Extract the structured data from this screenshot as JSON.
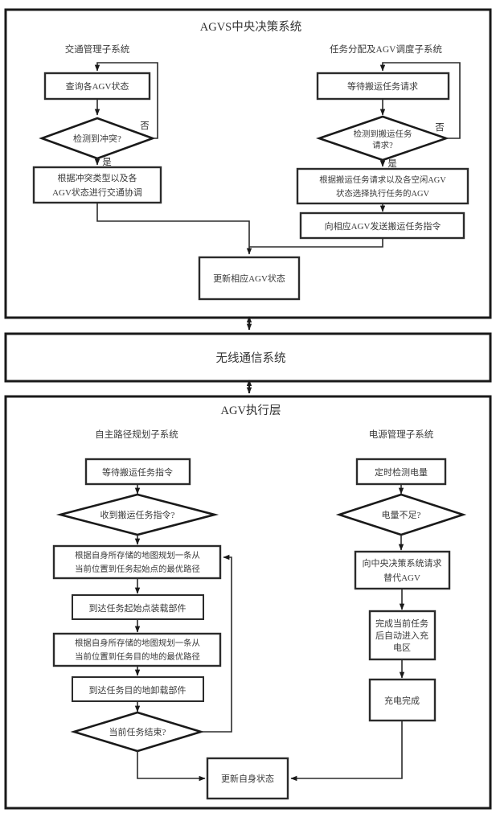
{
  "diagram": {
    "title_top": "AGVS中央决策系统",
    "title_middle": "无线通信系统",
    "title_bottom": "AGV执行层",
    "sub_titles": {
      "traffic": "交通管理子系统",
      "dispatch": "任务分配及AGV调度子系统",
      "path": "自主路径规划子系统",
      "power": "电源管理子系统"
    },
    "labels": {
      "no": "否",
      "yes": "是"
    },
    "nodes": {
      "query_agv_status": "查询各AGV状态",
      "detect_conflict": "检测到冲突?",
      "traffic_coordination_l1": "根据冲突类型以及各",
      "traffic_coordination_l2": "AGV状态进行交通协调",
      "wait_transport_request": "等待搬运任务请求",
      "detect_request_l1": "检测到搬运任务",
      "detect_request_l2": "请求?",
      "select_agv_l1": "根据搬运任务请求以及各空闲AGV",
      "select_agv_l2": "状态选择执行任务的AGV",
      "send_command": "向相应AGV发送搬运任务指令",
      "update_agv_status": "更新相应AGV状态",
      "wait_task_command": "等待搬运任务指令",
      "received_command": "收到搬运任务指令?",
      "plan_start_l1": "根据自身所存储的地图规划一条从",
      "plan_start_l2": "当前位置到任务起始点的最优路径",
      "arrive_start": "到达任务起始点装载部件",
      "plan_dest_l1": "根据自身所存储的地图规划一条从",
      "plan_dest_l2": "当前位置到任务目的地的最优路径",
      "arrive_dest": "到达任务目的地卸载部件",
      "task_finished": "当前任务结束?",
      "update_self_status": "更新自身状态",
      "check_battery": "定时检测电量",
      "battery_low": "电量不足?",
      "request_replacement_l1": "向中央决策系统请求",
      "request_replacement_l2": "替代AGV",
      "goto_charge_l1": "完成当前任务",
      "goto_charge_l2": "后自动进入充",
      "goto_charge_l3": "电区",
      "charge_done": "充电完成"
    },
    "colors": {
      "background": "#ffffff",
      "stroke": "#2b2b2b",
      "panel_stroke": "#1a1a1a",
      "text": "#3a3a3a"
    }
  }
}
